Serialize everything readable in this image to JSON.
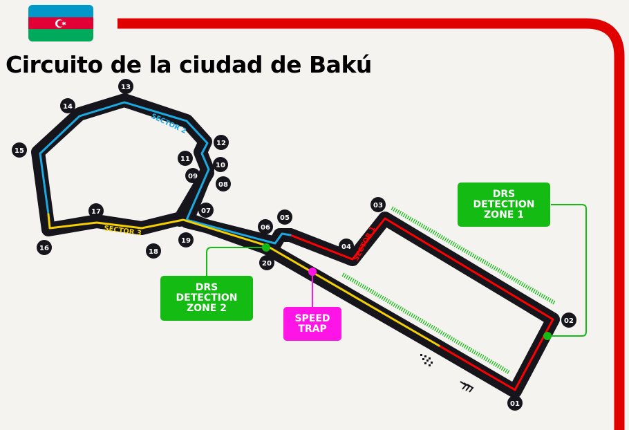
{
  "flag": {
    "country": "Azerbaijan",
    "colors": [
      "#0097c9",
      "#e00034",
      "#00a95c"
    ],
    "emblem": "crescent-star"
  },
  "title": "Circuito de la ciudad de Bakú",
  "sectors": [
    {
      "label": "SECTOR 1",
      "color": "#ff0000"
    },
    {
      "label": "SECTOR 2",
      "color": "#1aa9e0"
    },
    {
      "label": "SECTOR 3",
      "color": "#f5d000"
    }
  ],
  "turns": [
    "01",
    "02",
    "03",
    "04",
    "05",
    "06",
    "07",
    "08",
    "09",
    "10",
    "11",
    "12",
    "13",
    "14",
    "15",
    "16",
    "17",
    "18",
    "19",
    "20"
  ],
  "drs_zone_1": {
    "line1": "DRS",
    "line2": "DETECTION",
    "line3": "ZONE 1",
    "color": "#13bb13"
  },
  "drs_zone_2": {
    "line1": "DRS",
    "line2": "DETECTION",
    "line3": "ZONE 2",
    "color": "#13bb13"
  },
  "speed_trap": {
    "line1": "SPEED",
    "line2": "TRAP",
    "color": "#ff14e6"
  },
  "frame_color": "#e00000",
  "track_color": "#16151c"
}
